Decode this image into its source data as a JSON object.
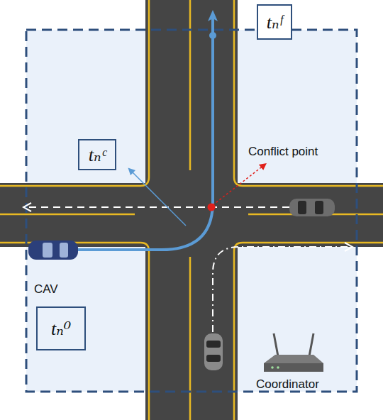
{
  "diagram": {
    "nodes": [
      {
        "text": [
          "tₙᶠ"
        ]
      },
      {
        "text": [
          "tₙᶜ"
        ]
      },
      {
        "text": [
          "tₙ⁰"
        ]
      }
    ],
    "labels": [
      "Conflict point",
      "CAV",
      "Coordinator"
    ]
  }
}
